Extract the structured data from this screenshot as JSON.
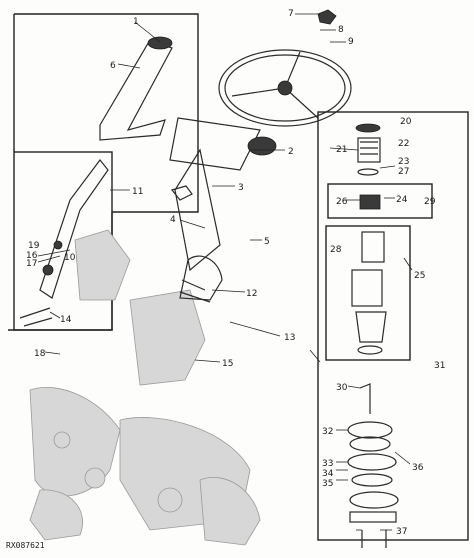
{
  "figure_id": "RX087621",
  "callouts": {
    "c1": "1",
    "c2": "2",
    "c3": "3",
    "c4": "4",
    "c5": "5",
    "c6": "6",
    "c7": "7",
    "c8": "8",
    "c9": "9",
    "c10": "10",
    "c11": "11",
    "c12": "12",
    "c13": "13",
    "c14": "14",
    "c15": "15",
    "c16": "16",
    "c17": "17",
    "c18": "18",
    "c19": "19",
    "c20": "20",
    "c21": "21",
    "c22": "22",
    "c23": "23",
    "c24": "24",
    "c25": "25",
    "c26": "26",
    "c27": "27",
    "c28": "28",
    "c29": "29",
    "c30": "30",
    "c31": "31",
    "c32": "32",
    "c33": "33",
    "c34": "34",
    "c35": "35",
    "c36": "36",
    "c37": "37"
  },
  "icons": {
    "steering_wheel": "steering-wheel-icon",
    "column_tube": "steering-column-icon",
    "valve_stack": "valve-assembly-icon"
  }
}
